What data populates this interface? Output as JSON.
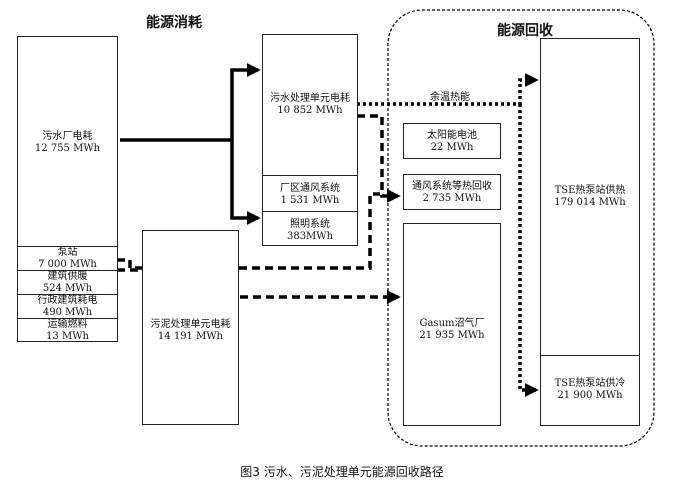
{
  "headers": {
    "consumption": "能源消耗",
    "recovery": "能源回收"
  },
  "boxes": {
    "plant_power": {
      "title": "污水厂电耗",
      "value": "12 755 MWh"
    },
    "pump_station": {
      "title": "泵站",
      "value": "7 000 MWh"
    },
    "building_heat": {
      "title": "建筑供暖",
      "value": "524 MWh"
    },
    "admin_building": {
      "title": "行政建筑耗电",
      "value": "490 MWh"
    },
    "fuel": {
      "title": "运输燃料",
      "value": "13 MWh"
    },
    "wastewater_unit": {
      "title": "污水处理单元电耗",
      "value": "10 852 MWh"
    },
    "ventilation": {
      "title": "厂区通风系统",
      "value": "1 531 MWh"
    },
    "lighting": {
      "title": "照明系统",
      "value": "383MWh"
    },
    "sludge_unit": {
      "title": "污泥处理单元电耗",
      "value": "14 191 MWh"
    },
    "solar": {
      "title": "太阳能电池",
      "value": "22 MWh"
    },
    "vent_heat": {
      "title": "通风系统等热回收",
      "value": "2 735 MWh"
    },
    "gasum": {
      "title": "Gasum沼气厂",
      "value": "21 935 MWh"
    },
    "tse_heat": {
      "title": "TSE热泵站供热",
      "value": "179 014 MWh"
    },
    "tse_cool": {
      "title": "TSE热泵站供冷",
      "value": "21 900 MWh"
    }
  },
  "labels": {
    "waste_heat": "余温热能"
  },
  "caption": "图3 污水、污泥处理单元能源回收路径"
}
